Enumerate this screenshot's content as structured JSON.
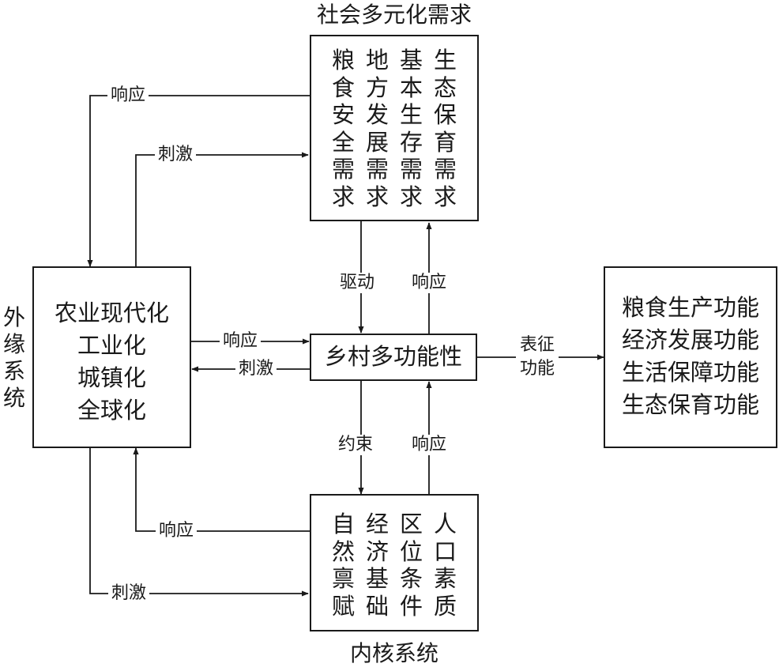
{
  "diagram": {
    "social_title": "社会多元化需求",
    "social_columns": [
      [
        "粮",
        "食",
        "安",
        "全",
        "需",
        "求"
      ],
      [
        "地",
        "方",
        "发",
        "展",
        "需",
        "求"
      ],
      [
        "基",
        "本",
        "生",
        "存",
        "需",
        "求"
      ],
      [
        "生",
        "态",
        "保",
        "育",
        "需",
        "求"
      ]
    ],
    "external_title": "外缘系统",
    "external_lines": [
      "农业现代化",
      "工业化",
      "城镇化",
      "全球化"
    ],
    "center_label": "乡村多功能性",
    "function_lines": [
      "粮食生产功能",
      "经济发展功能",
      "生活保障功能",
      "生态保育功能"
    ],
    "core_columns": [
      [
        "自",
        "然",
        "禀",
        "赋"
      ],
      [
        "经",
        "济",
        "基",
        "础"
      ],
      [
        "区",
        "位",
        "条",
        "件"
      ],
      [
        "人",
        "口",
        "素",
        "质"
      ]
    ],
    "core_title": "内核系统",
    "labels": {
      "top_response": "响应",
      "top_stimulus": "刺激",
      "drive": "驱动",
      "up_response": "响应",
      "mid_response": "响应",
      "mid_stimulus": "刺激",
      "represent": "表征功能",
      "constrain": "约束",
      "low_up_response": "响应",
      "bottom_response": "响应",
      "bottom_stimulus": "刺激"
    }
  }
}
